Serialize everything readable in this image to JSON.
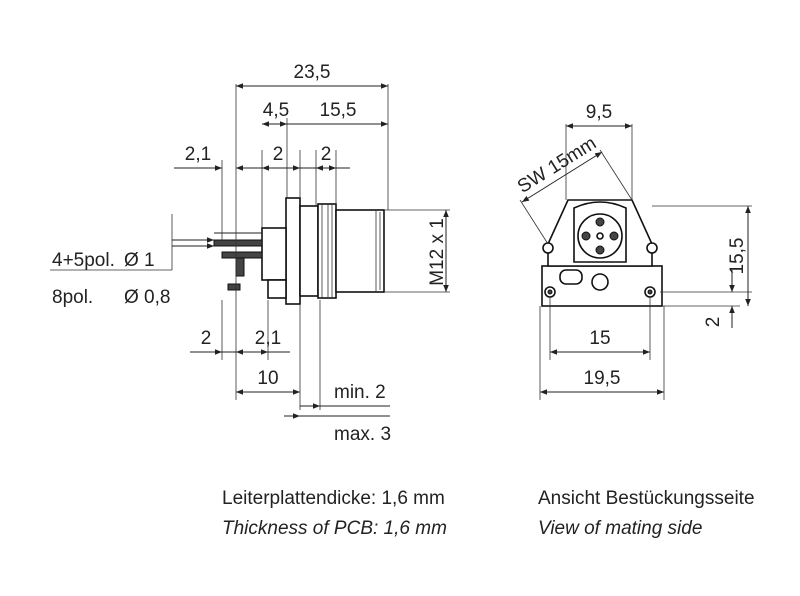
{
  "side_view": {
    "dims": {
      "overall": "23,5",
      "flange": "4,5",
      "body": "15,5",
      "offset_left": "2,1",
      "gap_a": "2",
      "gap_b": "2",
      "pin_rows": "2",
      "pin_spacing": "2,1",
      "pcb_length": "10",
      "min": "min. 2",
      "max": "max. 3",
      "thread": "M12 x 1"
    },
    "pin_labels": {
      "row1_pol": "4+5pol.",
      "row1_dia": "Ø 1",
      "row2_pol": "8pol.",
      "row2_dia": "Ø 0,8"
    }
  },
  "front_view": {
    "dims": {
      "nut_width": "9,5",
      "wrench": "SW 15mm",
      "height": "15,5",
      "hole_offset": "2",
      "hole_spacing": "15",
      "overall_width": "19,5"
    }
  },
  "captions": {
    "left_de": "Leiterplattendicke: 1,6 mm",
    "left_en": "Thickness of PCB: 1,6 mm",
    "right_de": "Ansicht Bestückungsseite",
    "right_en": "View of mating side"
  }
}
